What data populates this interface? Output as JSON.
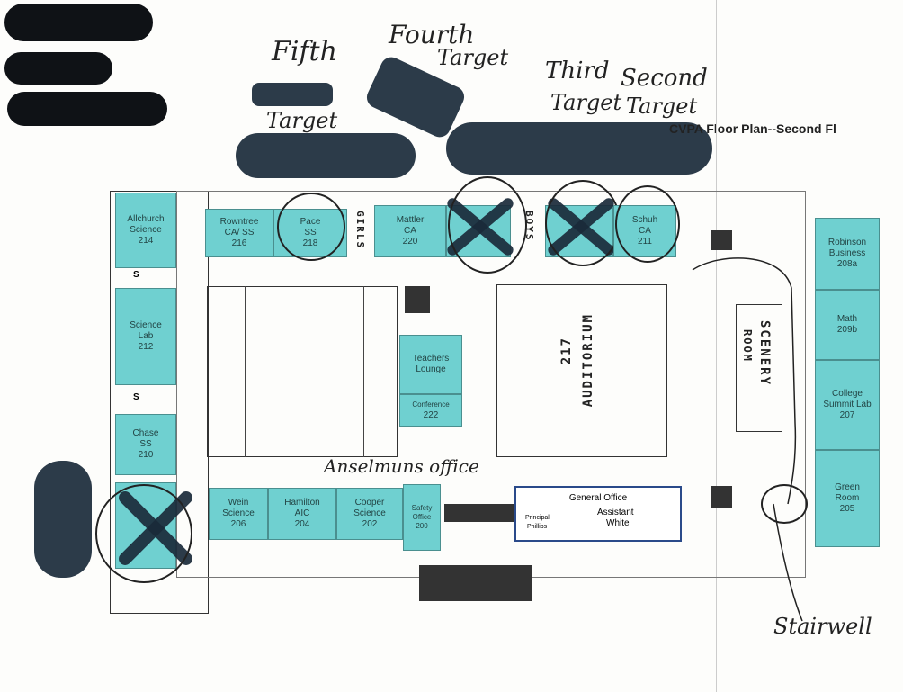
{
  "title": "CVPA Floor Plan--Second Fl",
  "annotations": {
    "fifth": "Fifth",
    "fifth_target": "Target",
    "fourth": "Fourth",
    "fourth_target": "Target",
    "third": "Third",
    "third_target": "Target",
    "second": "Second",
    "second_target": "Target",
    "office_note": "Anselmuns office",
    "stairwell": "Stairwell"
  },
  "rooms": {
    "allchurch": [
      "Allchurch",
      "Science",
      "214"
    ],
    "science_lab": [
      "Science",
      "Lab",
      "212"
    ],
    "chase": [
      "Chase",
      "SS",
      "210"
    ],
    "rowntree": [
      "Rowntree",
      "CA/ SS",
      "216"
    ],
    "pace": [
      "Pace",
      "SS",
      "218"
    ],
    "mattler": [
      "Mattler",
      "CA",
      "220"
    ],
    "schuh": [
      "Schuh",
      "CA",
      "211"
    ],
    "robinson": [
      "Robinson",
      "Business",
      "208a"
    ],
    "math": [
      "Math",
      "209b"
    ],
    "college_summit": [
      "College",
      "Summit Lab",
      "207"
    ],
    "green_room": [
      "Green",
      "Room",
      "205"
    ],
    "teachers_lounge": [
      "Teachers",
      "Lounge"
    ],
    "conference": [
      "Conference",
      "222"
    ],
    "wein": [
      "Wein",
      "Science",
      "206"
    ],
    "hamilton": [
      "Hamilton",
      "AIC",
      "204"
    ],
    "cooper": [
      "Cooper",
      "Science",
      "202"
    ],
    "safety": [
      "Safety",
      "Office",
      "200"
    ]
  },
  "labels": {
    "girls": "GIRLS",
    "boys": "BOYS",
    "auditorium": "AUDITORIUM",
    "auditorium_num": "217",
    "scenery": "SCENERY",
    "scenery_room": "ROOM",
    "s": "S",
    "general_office": "General Office",
    "assistant": "Assistant",
    "assistant_name": "White",
    "principal": "Principal",
    "principal_name": "Phillips"
  },
  "colors": {
    "room_fill": "#6fd0d0",
    "ink": "#1a2a3a"
  }
}
